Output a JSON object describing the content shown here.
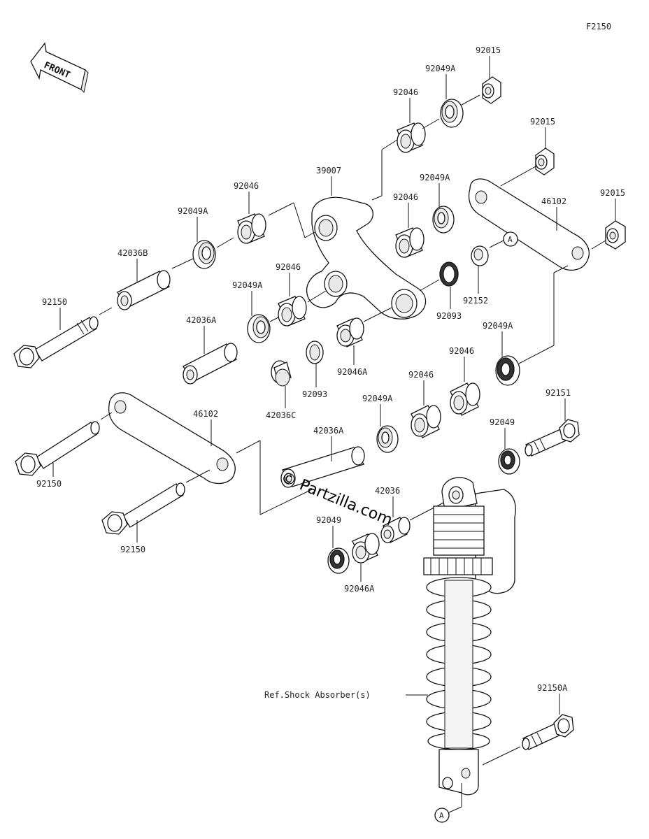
{
  "figure_code": "F2150",
  "front_label": "FRONT",
  "watermark": "© Partzilla.com",
  "callouts": {
    "a1": "A",
    "a2": "A"
  },
  "labels": {
    "p92015_a": "92015",
    "p92049A_a": "92049A",
    "p92046_a": "92046",
    "p92015_b": "92015",
    "p39007": "39007",
    "p92049A_b": "92049A",
    "p92046_b": "92046",
    "p92015_c": "92015",
    "p46102_a": "46102",
    "p92049A_c": "92049A",
    "p42036B": "42036B",
    "p92046_c": "92046",
    "p92152": "92152",
    "p92093_a": "92093",
    "p92150_a": "92150",
    "p92049A_d": "92049A",
    "p42036A_a": "42036A",
    "p92046_d": "92046",
    "p92049A_e": "92049A",
    "p92046A_a": "92046A",
    "p42036C": "42036C",
    "p92093_b": "92093",
    "p92046_e": "92046",
    "p92046_f": "92046",
    "p92049A_f": "92049A",
    "p92151": "92151",
    "p46102_b": "46102",
    "p42036A_b": "42036A",
    "p92049_a": "92049",
    "p92150_b": "92150",
    "p42036": "42036",
    "p92049_b": "92049",
    "p92150_c": "92150",
    "p92046A_b": "92046A",
    "ref_shock": "Ref.Shock Absorber(s)",
    "p92150A": "92150A"
  }
}
